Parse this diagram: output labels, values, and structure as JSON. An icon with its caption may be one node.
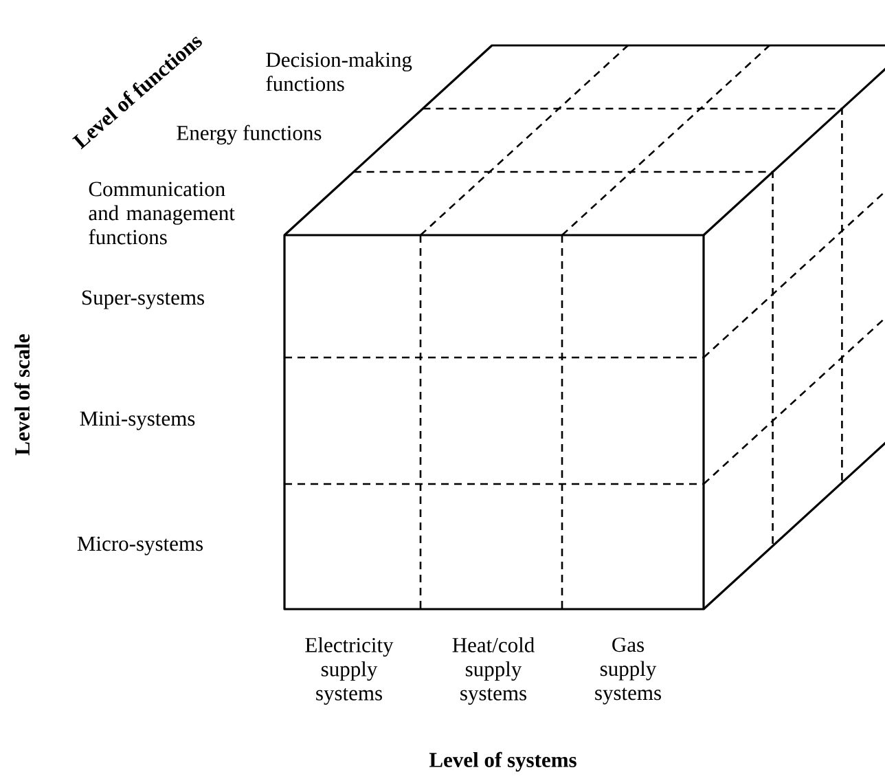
{
  "diagram": {
    "labels": [
      "Level of functions",
      "Decision-making functions",
      "Energy functions",
      "Communication and management functions",
      "Super-systems",
      "Mini-systems",
      "Micro-systems",
      "Level of scale",
      "Electricity supply systems",
      "Heat/cold supply systems",
      "Gas supply systems",
      "Level of systems"
    ]
  }
}
